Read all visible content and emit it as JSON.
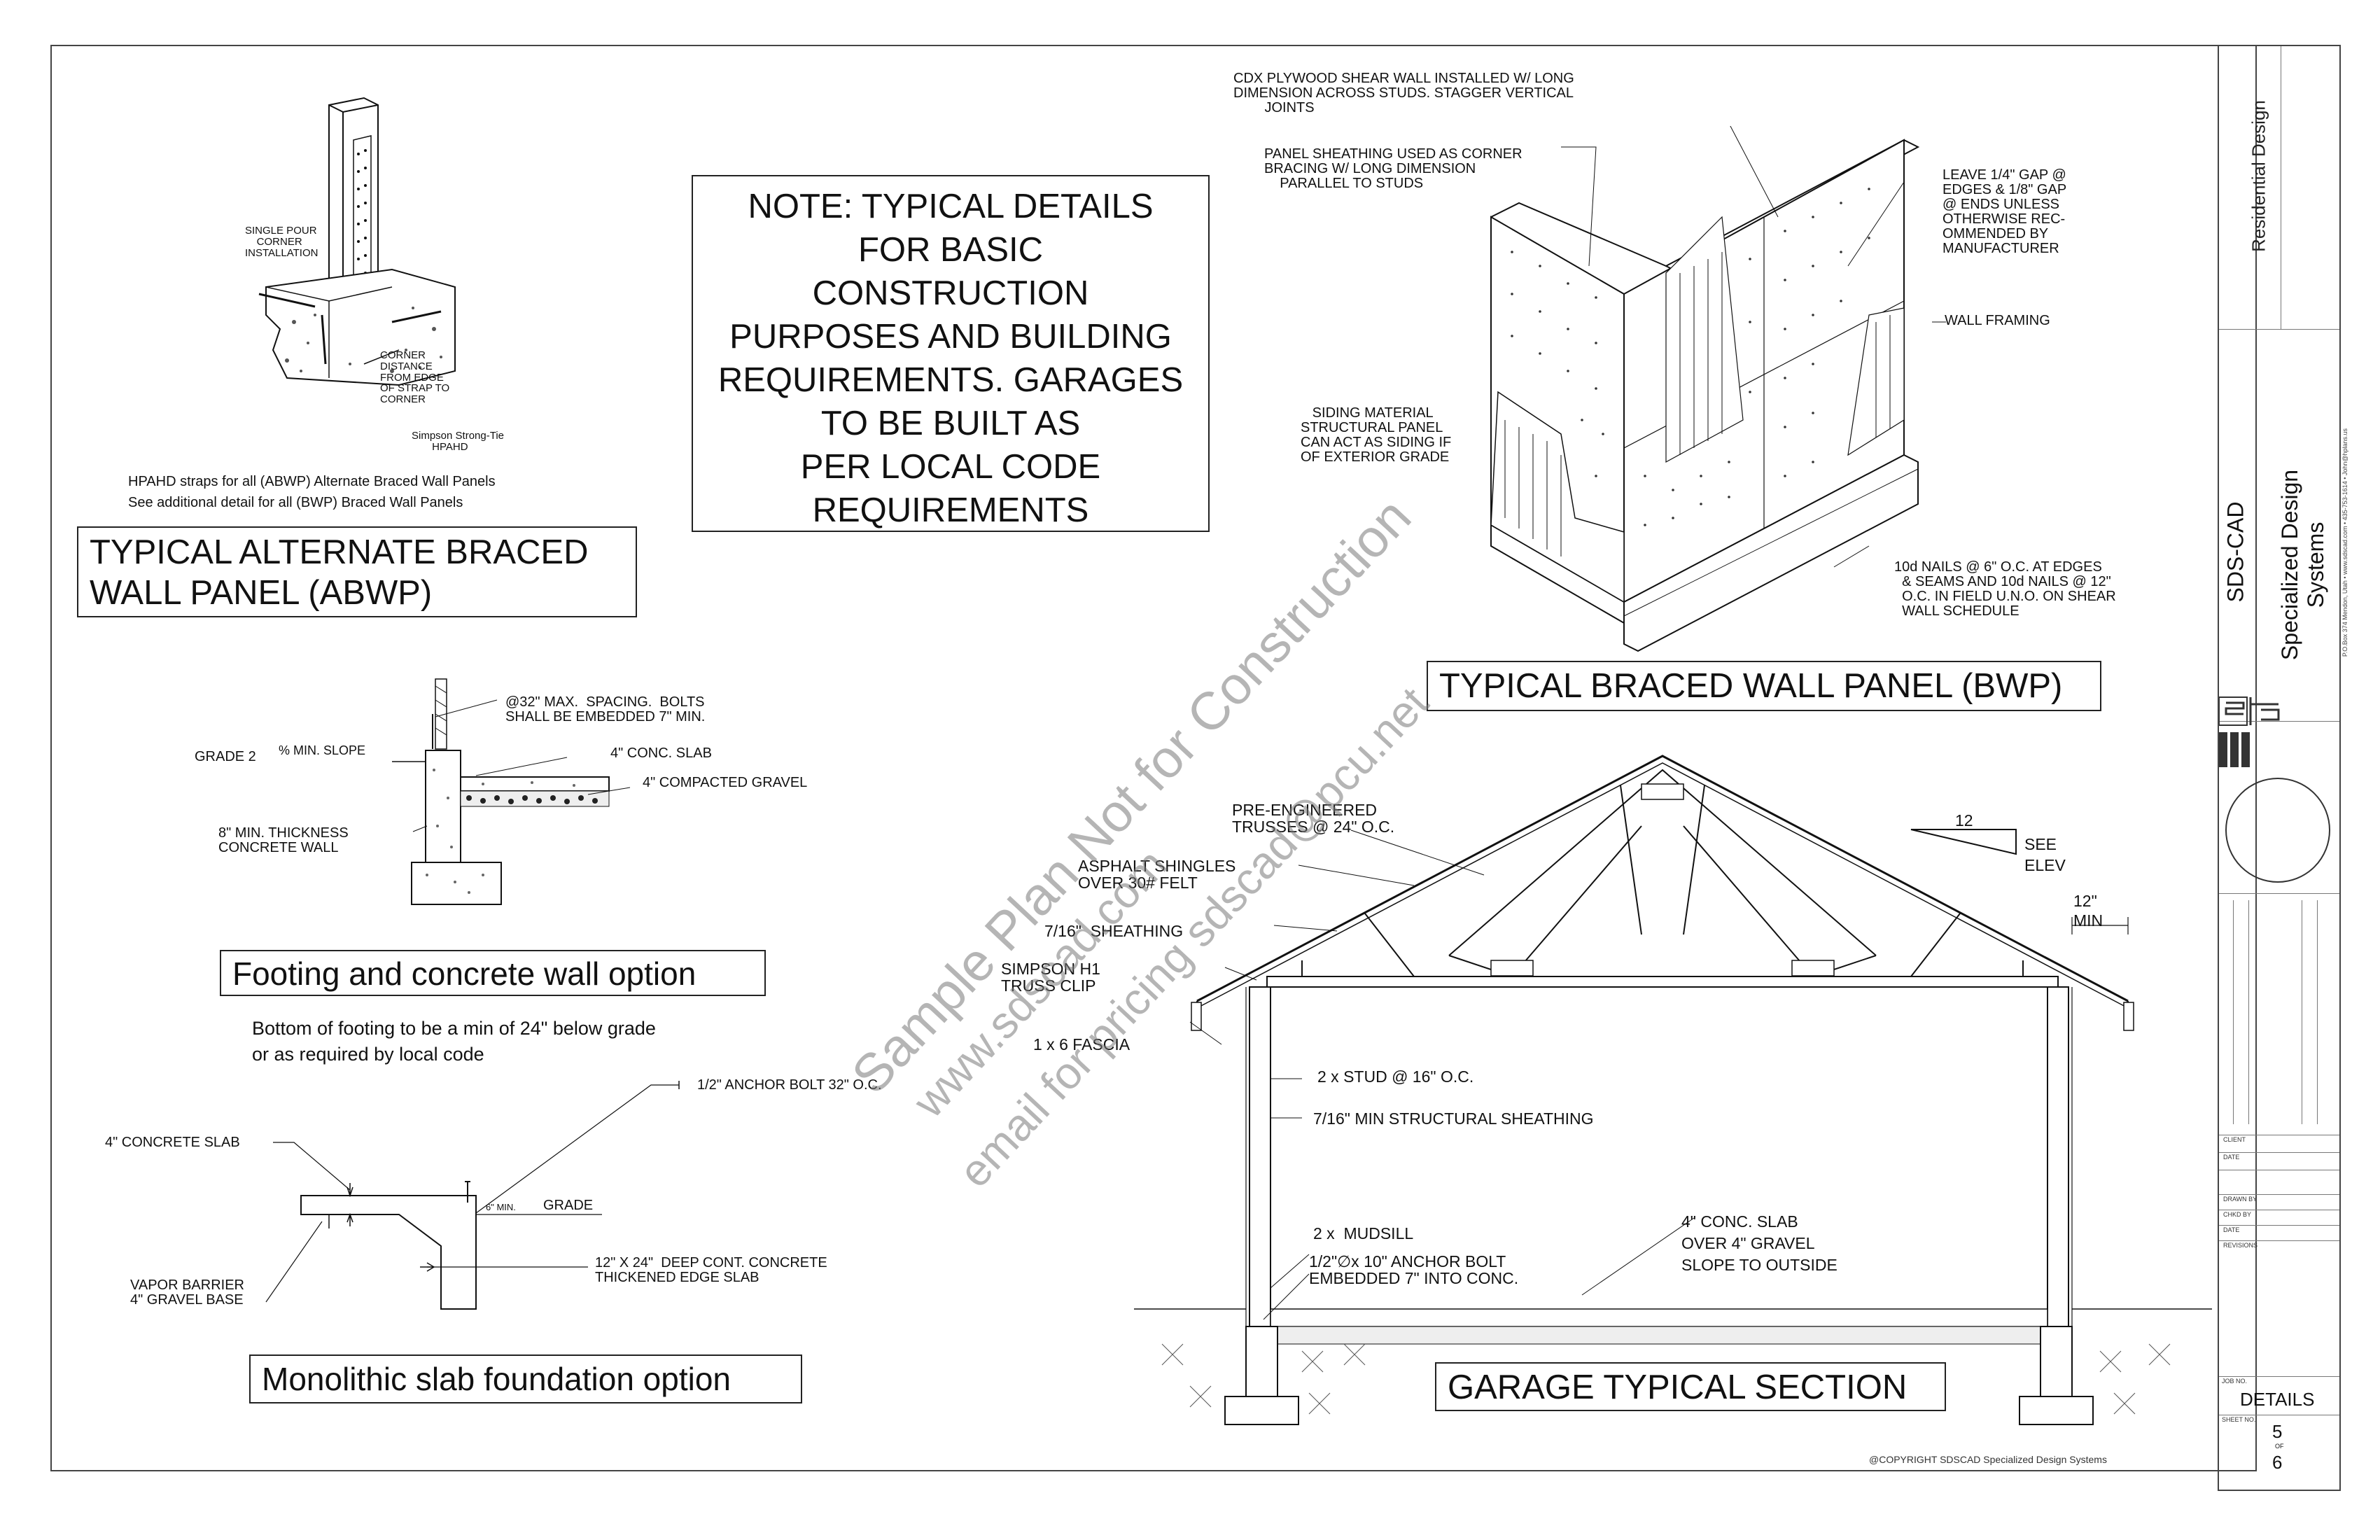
{
  "note": {
    "lines": [
      "NOTE: TYPICAL DETAILS",
      "FOR BASIC",
      "CONSTRUCTION",
      "PURPOSES AND BUILDING",
      "REQUIREMENTS. GARAGES",
      "TO BE BUILT AS",
      "PER LOCAL CODE",
      "REQUIREMENTS"
    ]
  },
  "abwp": {
    "title_line1": "TYPICAL ALTERNATE BRACED",
    "title_line2": "WALL PANEL (ABWP)",
    "lbl_single_pour": "SINGLE POUR\n    CORNER\nINSTALLATION",
    "lbl_corner_distance": "CORNER\nDISTANCE\nFROM EDGE\nOF STRAP TO\nCORNER",
    "lbl_simpson": "Simpson Strong-Tie\n       HPAHD",
    "desc1": "HPAHD straps for all (ABWP) Alternate Braced Wall Panels",
    "desc2": "See additional detail for all (BWP) Braced Wall Panels"
  },
  "footing": {
    "title": "Footing and concrete wall option",
    "lbl_bolts": "@32\" MAX.  SPACING.  BOLTS\nSHALL BE EMBEDDED 7\" MIN.",
    "lbl_grade": "GRADE 2",
    "lbl_slope": "% MIN. SLOPE",
    "lbl_slab": "4\" CONC. SLAB",
    "lbl_gravel": "4\" COMPACTED GRAVEL",
    "lbl_wall": "8\" MIN. THICKNESS\nCONCRETE WALL",
    "desc1": "Bottom of footing to be a min of 24\" below grade",
    "desc2": "or as required by local code"
  },
  "mono": {
    "title": "Monolithic slab foundation option",
    "lbl_anchor": "1/2\" ANCHOR BOLT 32\" O.C.",
    "lbl_slab": "4\" CONCRETE SLAB",
    "lbl_6min": "6\" MIN.",
    "lbl_grade": "GRADE",
    "lbl_edge": "12\" X 24\"  DEEP CONT. CONCRETE\nTHICKENED EDGE SLAB",
    "lbl_vapor": "VAPOR BARRIER\n4\" GRAVEL BASE"
  },
  "bwp": {
    "title": "TYPICAL BRACED WALL PANEL (BWP)",
    "lbl_cdx": "CDX PLYWOOD SHEAR WALL INSTALLED W/ LONG\nDIMENSION ACROSS STUDS. STAGGER VERTICAL\n        JOINTS",
    "lbl_panel": "PANEL SHEATHING USED AS CORNER\nBRACING W/ LONG DIMENSION\n    PARALLEL TO STUDS",
    "lbl_gap": "LEAVE 1/4\" GAP @\nEDGES & 1/8\" GAP\n@ ENDS UNLESS\nOTHERWISE REC-\nOMMENDED BY\nMANUFACTURER",
    "lbl_framing": "WALL FRAMING",
    "lbl_siding": "   SIDING MATERIAL\nSTRUCTURAL PANEL\nCAN ACT AS SIDING IF\nOF EXTERIOR GRADE",
    "lbl_nails": "10d NAILS @ 6\" O.C. AT EDGES\n  & SEAMS AND 10d NAILS @ 12\"\n  O.C. IN FIELD U.N.O. ON SHEAR\n  WALL SCHEDULE"
  },
  "garage": {
    "title": "GARAGE TYPICAL SECTION",
    "lbl_trusses": "PRE-ENGINEERED\nTRUSSES @ 24\" O.C.",
    "lbl_shingles": "ASPHALT SHINGLES\nOVER 30# FELT",
    "lbl_sheathing": "7/16\"  SHEATHING",
    "lbl_clip": "SIMPSON H1\nTRUSS CLIP",
    "lbl_fascia": "1 x 6 FASCIA",
    "lbl_stud": "2 x STUD @ 16\" O.C.",
    "lbl_struct": "7/16\" MIN STRUCTURAL SHEATHING",
    "lbl_mudsill": "2 x  MUDSILL",
    "lbl_anchor": "1/2\"∅x 10\" ANCHOR BOLT\nEMBEDDED 7\" INTO CONC.",
    "lbl_slab": "4\" CONC. SLAB\nOVER 4\" GRAVEL\nSLOPE TO OUTSIDE",
    "pitch_run": "12",
    "see_elev": "SEE\nELEV",
    "overhang": "12\"\nMIN"
  },
  "watermark": {
    "line1": "Sample Plan Not for Construction",
    "line2": "www.sdscad.com",
    "line3": "email for pricing sdscad@pcu.net"
  },
  "copyright": "@COPYRIGHT SDSCAD Specialized Design Systems",
  "titleblock": {
    "top": "Residential Design",
    "company1": "SDS-CAD",
    "company2": "Specialized Design Systems",
    "address": "P.O.Box 374 Mendon, Utah • www.sdscad.com • 435-753-1614 • John@hplans.us",
    "fields": [
      "CLIENT",
      "DATE",
      "DRAWN BY",
      "CHKD BY",
      "DATE",
      "REVISIONS"
    ],
    "job_no_label": "JOB NO.",
    "job": "DETAILS",
    "sheet_label": "SHEET NO.",
    "sheet": "5",
    "of": "OF",
    "total": "6"
  }
}
